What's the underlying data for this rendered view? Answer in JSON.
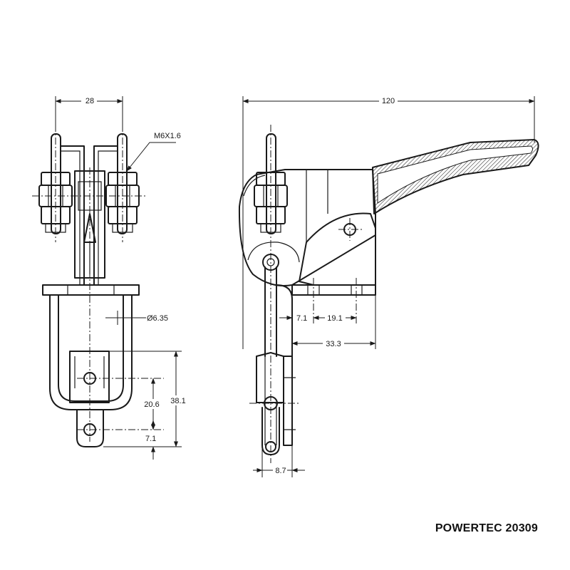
{
  "brand": "POWERTEC 20309",
  "dimensions": {
    "width_front": "28",
    "thread": "M6X1.6",
    "pin_diameter": "Ø6.35",
    "hole_spacing": "20.6",
    "overall_height": "38.1",
    "bottom_offset": "7.1",
    "overall_length": "120",
    "base_offset": "7.1",
    "base_hole": "19.1",
    "base_length": "33.3",
    "latch_width": "8.7"
  }
}
